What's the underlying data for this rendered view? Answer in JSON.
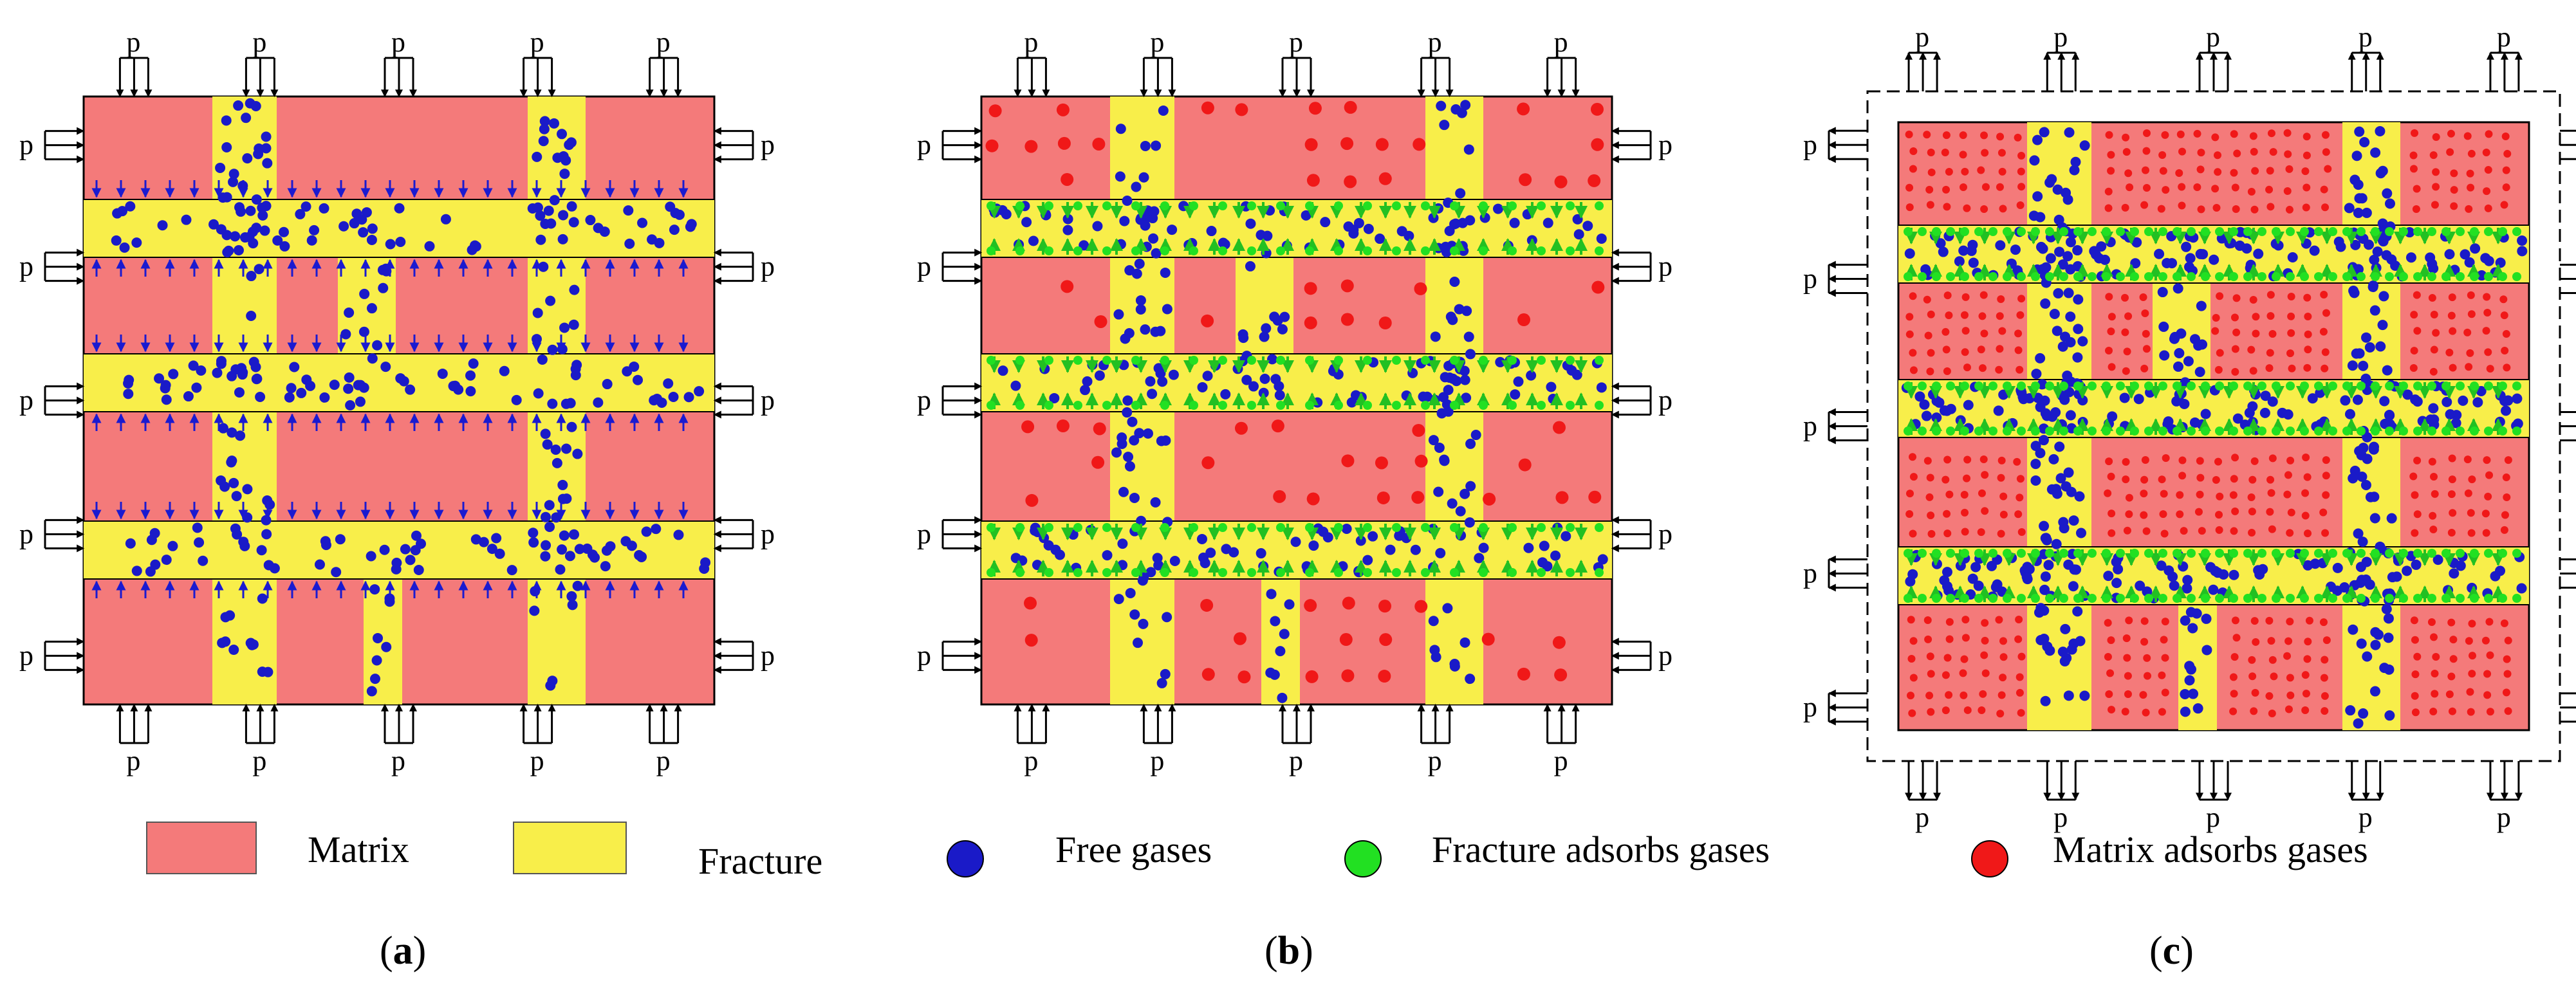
{
  "colors": {
    "matrix": "#f47a7a",
    "fracture": "#f8ee4a",
    "free_gas": "#1a1ac8",
    "fracture_adsorbed": "#22e022",
    "matrix_adsorbed": "#f01818",
    "arrow": "#1a1ad0"
  },
  "load_label": "p",
  "legend": {
    "matrix": "Matrix",
    "fracture": "Fracture",
    "free_gas": "Free gases",
    "fracture_adsorbed": "Fracture adsorbs gases",
    "matrix_adsorbed": "Matrix adsorbs gases"
  },
  "panels": [
    {
      "id": "a",
      "caption": "a",
      "scheme": "inflow",
      "boundary": "compressed"
    },
    {
      "id": "b",
      "caption": "b",
      "scheme": "adsorb",
      "boundary": "compressed"
    },
    {
      "id": "c",
      "caption": "c",
      "scheme": "dense",
      "boundary": "expanded"
    }
  ]
}
